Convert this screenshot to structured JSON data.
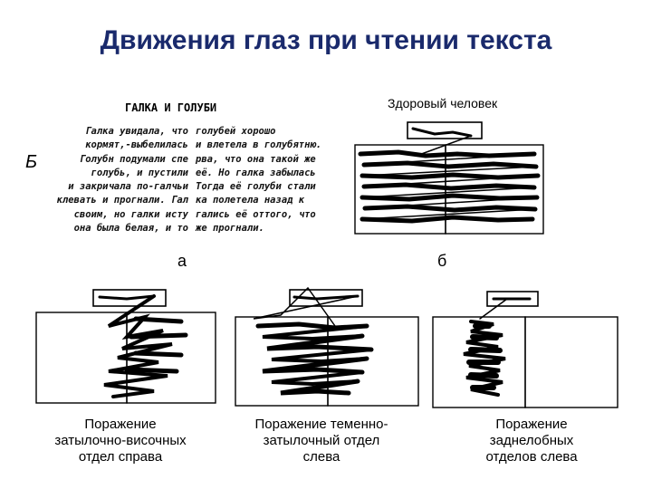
{
  "title": "Движения глаз при чтении текста",
  "story": {
    "heading": "ГАЛКА И ГОЛУБИ",
    "left_lines": [
      "Галка увидала, что",
      "кормят,-выбелилась",
      "Голубн подумали спе",
      "голубь, и пустили",
      "и закричала по-галчьи",
      "клевать и прогнали. Гал",
      "своим, но галки исту",
      "она была белая, и то"
    ],
    "right_lines": [
      "голубей хорошо",
      "и влетела в голубятню.",
      "рва, что она такой же",
      "её. Но галка забылась",
      "Тогда её голуби стали",
      "ка полетела назад к",
      "гались её оттого, что",
      "же прогнали."
    ],
    "marker": "Б",
    "figure_label": "а"
  },
  "panels": {
    "healthy": {
      "caption": "Здоровый человек",
      "figure_label": "б"
    },
    "p1": {
      "caption_lines": [
        "Поражение",
        "затылочно-височных",
        "отдел справа"
      ]
    },
    "p2": {
      "caption_lines": [
        "Поражение теменно-",
        "затылочный отдел",
        "слева"
      ]
    },
    "p3": {
      "caption_lines": [
        "Поражение",
        "заднелобных",
        "отделов слева"
      ]
    }
  },
  "colors": {
    "title": "#1a2a6c",
    "ink": "#000000"
  }
}
